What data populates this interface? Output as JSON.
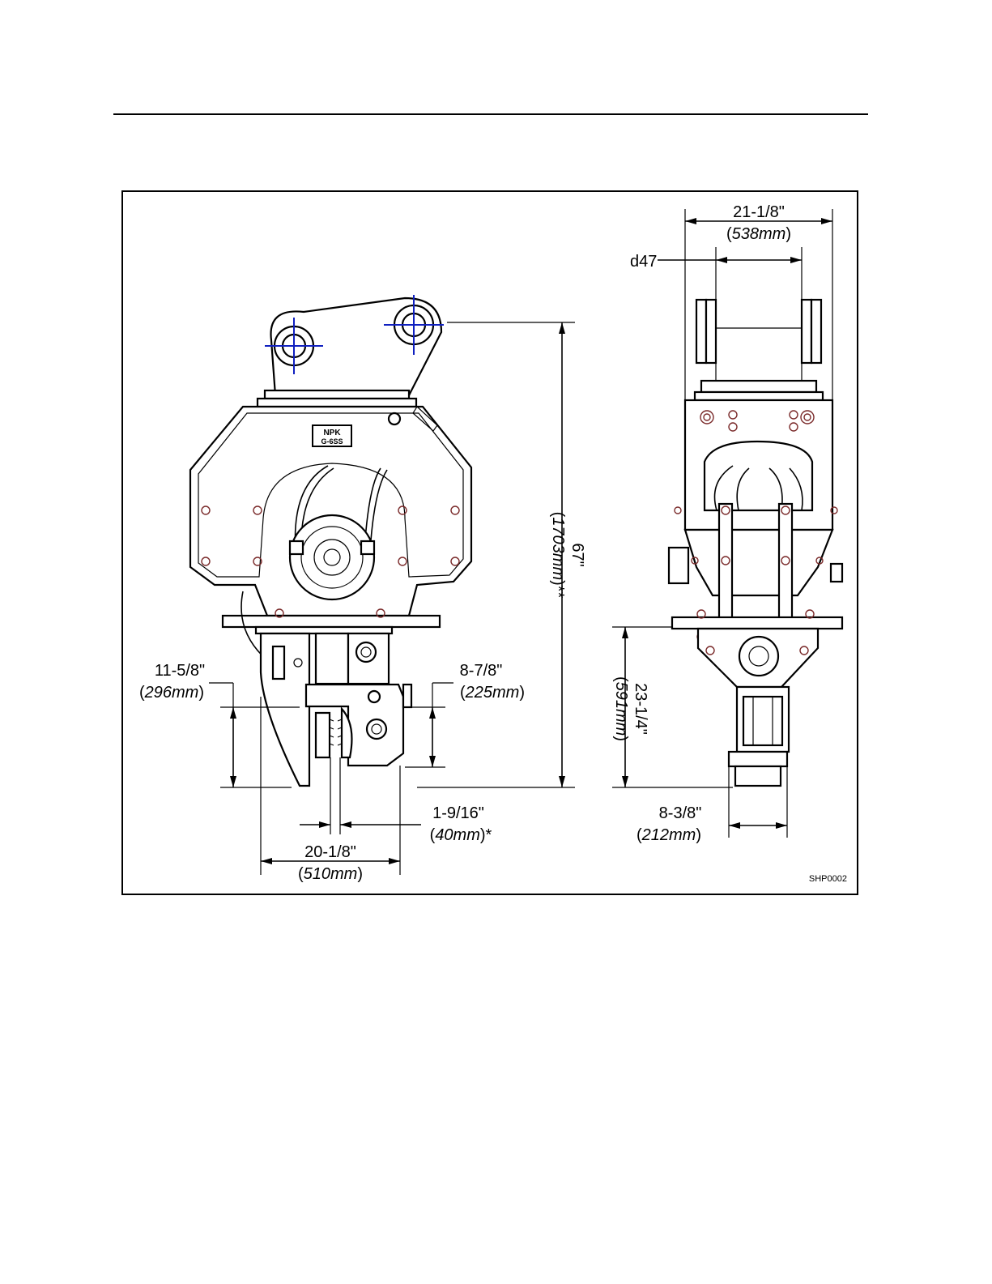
{
  "dimensions": {
    "width_top": {
      "in": "21-1/8\"",
      "mm_open": "(",
      "mm": "538mm",
      "mm_close": ")"
    },
    "pin_gap": {
      "label": "d47"
    },
    "height_total": {
      "in": "67\"",
      "mm_open": "(",
      "mm": "1703mm",
      "mm_close": ")**"
    },
    "jaw_left": {
      "in": "11-5/8\"",
      "mm_open": "(",
      "mm": "296mm",
      "mm_close": ")"
    },
    "jaw_right": {
      "in": "8-7/8\"",
      "mm_open": "(",
      "mm": "225mm",
      "mm_close": ")"
    },
    "jaw_opening": {
      "in": "1-9/16\"",
      "mm_open": "(",
      "mm": "40mm",
      "mm_close": ")*"
    },
    "jaw_width": {
      "in": "20-1/8\"",
      "mm_open": "(",
      "mm": "510mm",
      "mm_close": ")"
    },
    "side_height": {
      "in": "23-1/4\"",
      "mm_open": "(",
      "mm": "591mm",
      "mm_close": ")"
    },
    "side_width": {
      "in": "8-3/8\"",
      "mm_open": "(",
      "mm": "212mm",
      "mm_close": ")"
    }
  },
  "logo": {
    "brand": "NPK",
    "model": "G-6SS"
  },
  "figure_code": "SHP0002"
}
